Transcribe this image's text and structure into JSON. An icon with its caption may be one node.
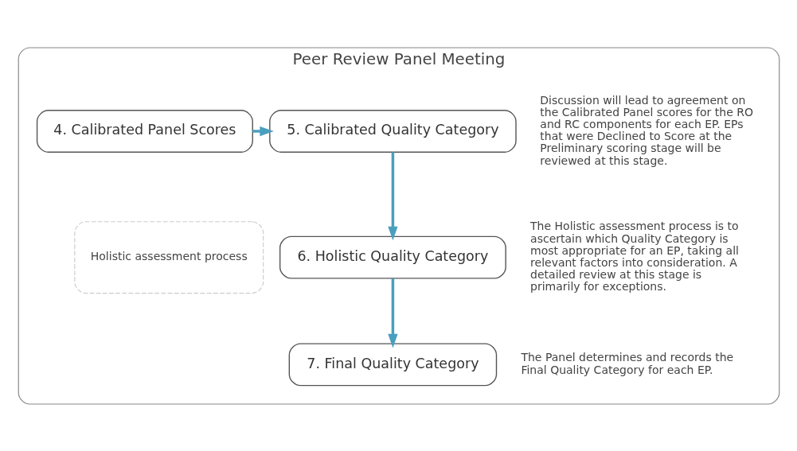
{
  "diagram": {
    "nodes": [
      {
        "text": [
          "Peer Review Panel Meeting"
        ]
      },
      {
        "text": [
          "4. Calibrated Panel Scores"
        ],
        "in": 0
      },
      {
        "text": [
          "5. Calibrated Quality Category"
        ],
        "in": 0,
        "beside": [
          "Discussion will lead to agreement on the Calibrated Panel scores for the RO and RC components for each EP. EPs that were Declined to Score at the Preliminary scoring stage will be reviewed at this stage."
        ]
      },
      {
        "text": [
          "Holistic assessment process"
        ],
        "in": 0
      },
      {
        "text": [
          "6. Holistic Quality Category"
        ],
        "in": 0,
        "beside": [
          "The Holistic assessment process is to ascertain which Quality Category is most appropriate for an EP, taking all relevant factors into consideration. A detailed review at this stage is primarily for exceptions."
        ]
      },
      {
        "text": [
          "7. Final Quality Category"
        ],
        "in": 0,
        "beside": [
          "The Panel determines and records the Final Quality Category for each EP."
        ]
      }
    ],
    "edges": [
      {
        "from": 1,
        "to": 2,
        "arrow": "to"
      },
      {
        "from": 2,
        "to": 4,
        "arrow": "to"
      },
      {
        "from": 4,
        "to": 5,
        "arrow": "to"
      }
    ]
  }
}
